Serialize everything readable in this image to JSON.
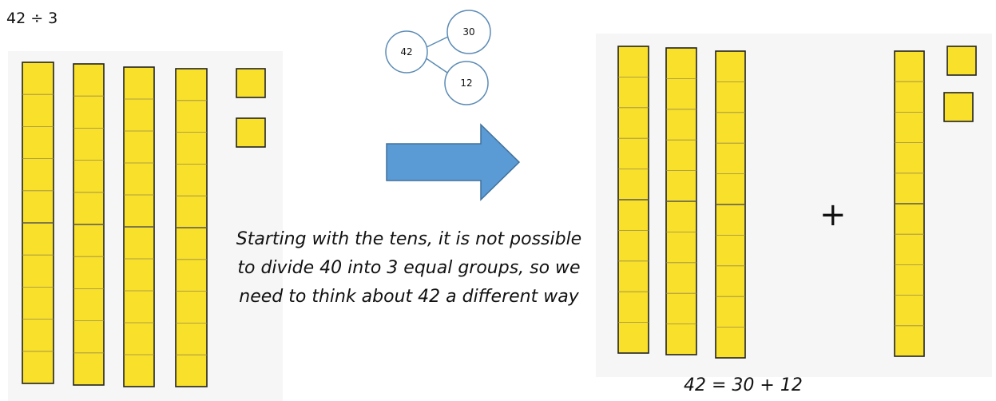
{
  "title": "42 ÷ 3",
  "caption": "Starting with the tens, it is not possible to divide 40 into 3 equal groups, so we need to think about 42 a different way",
  "plus_sign": "+",
  "equation": "42 = 30 + 12",
  "number_bond": {
    "whole": "42",
    "part_a": "30",
    "part_b": "12"
  },
  "colors": {
    "block_fill": "#f8e02b",
    "block_stroke": "#222222",
    "bond_circle": "#5b8bb5",
    "arrow_fill": "#5b9bd5",
    "arrow_stroke": "#41719c",
    "panel_bg": "#f6f6f6"
  },
  "left_group": {
    "tens_rods": 4,
    "ones_cubes": 2
  },
  "right_group": {
    "tens_rods": 3,
    "plus_tens_rods": 1,
    "plus_ones_cubes": 2
  }
}
